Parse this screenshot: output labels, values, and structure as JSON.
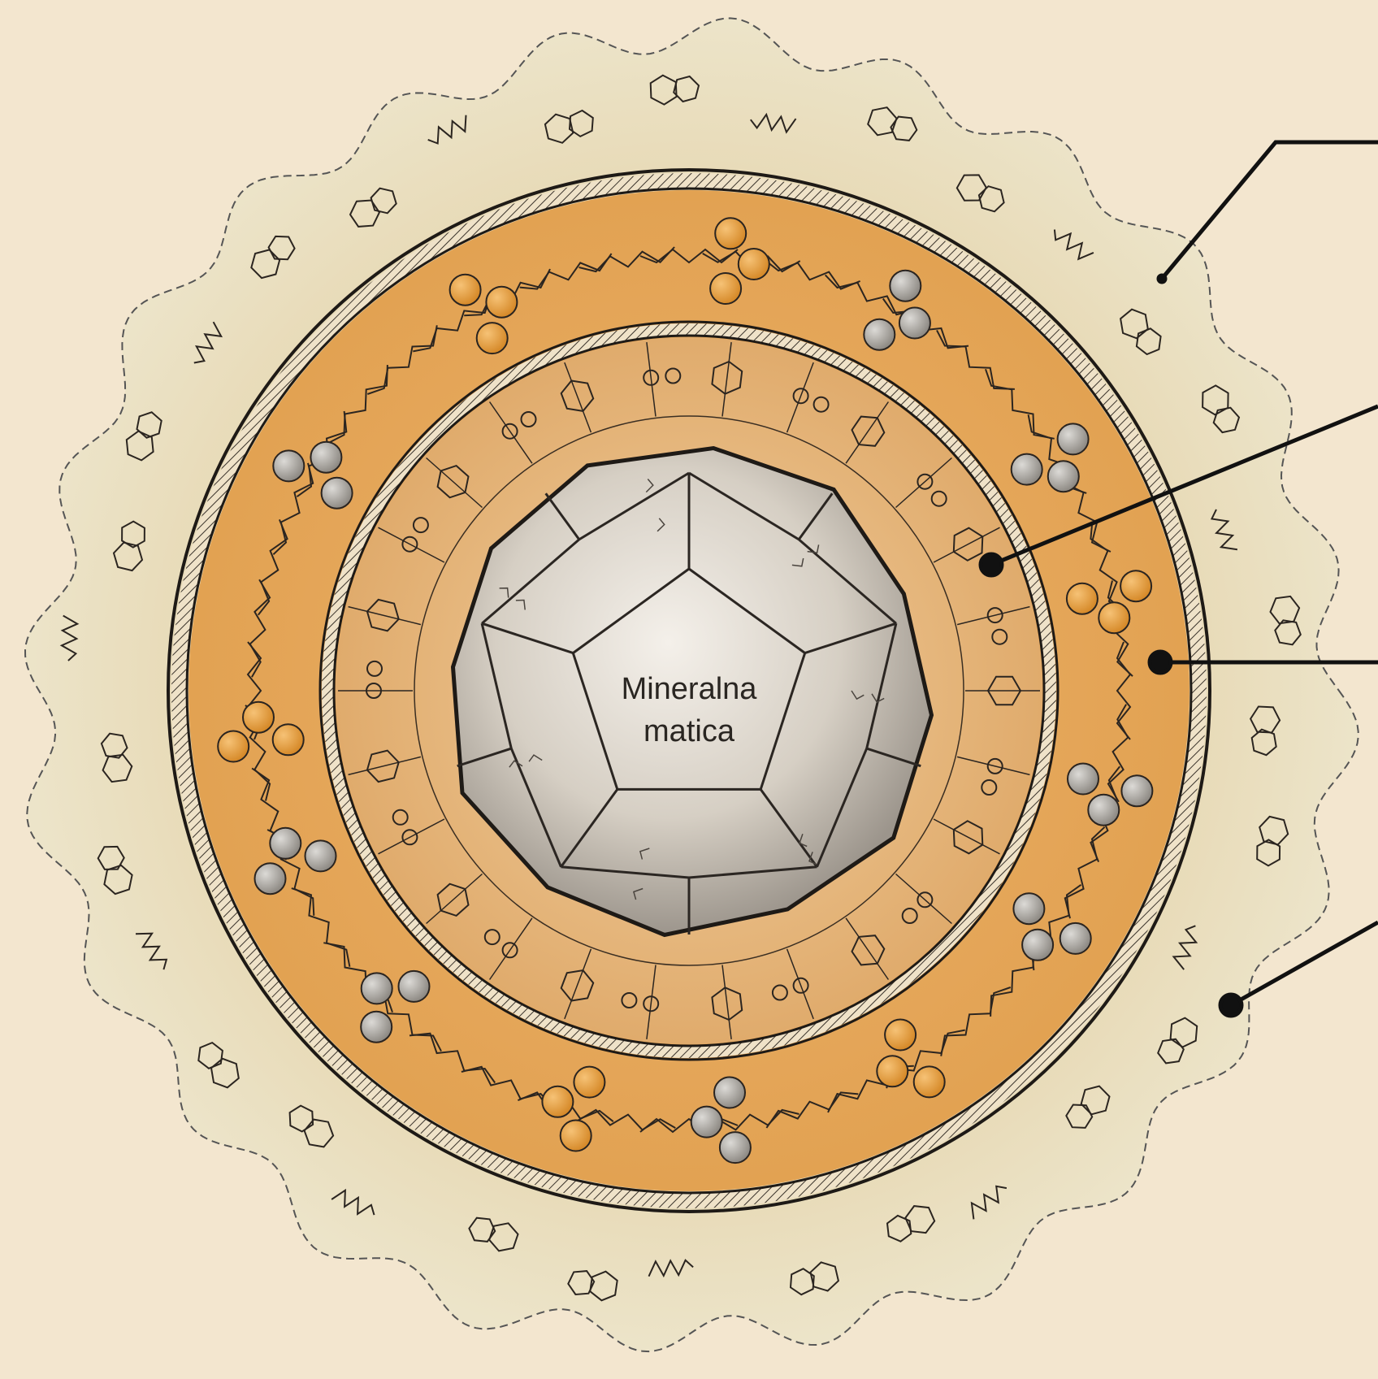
{
  "diagram": {
    "core_label_line1": "Mineralna",
    "core_label_line2": "matica"
  },
  "colors": {
    "paper": "#f3e6cf",
    "outer_halo": "#e8dcb9",
    "orange_layer": "#e0a458",
    "inner_layer": "#e6b77e",
    "mineral": "#cfc6b8",
    "ink": "#222222",
    "head_orange": "#e39a3a",
    "head_grey": "#a9a6a0"
  },
  "callouts": [
    {
      "name": "outer-layer-callout"
    },
    {
      "name": "inner-layer-callout"
    },
    {
      "name": "membrane-layer-callout"
    },
    {
      "name": "halo-callout"
    }
  ]
}
